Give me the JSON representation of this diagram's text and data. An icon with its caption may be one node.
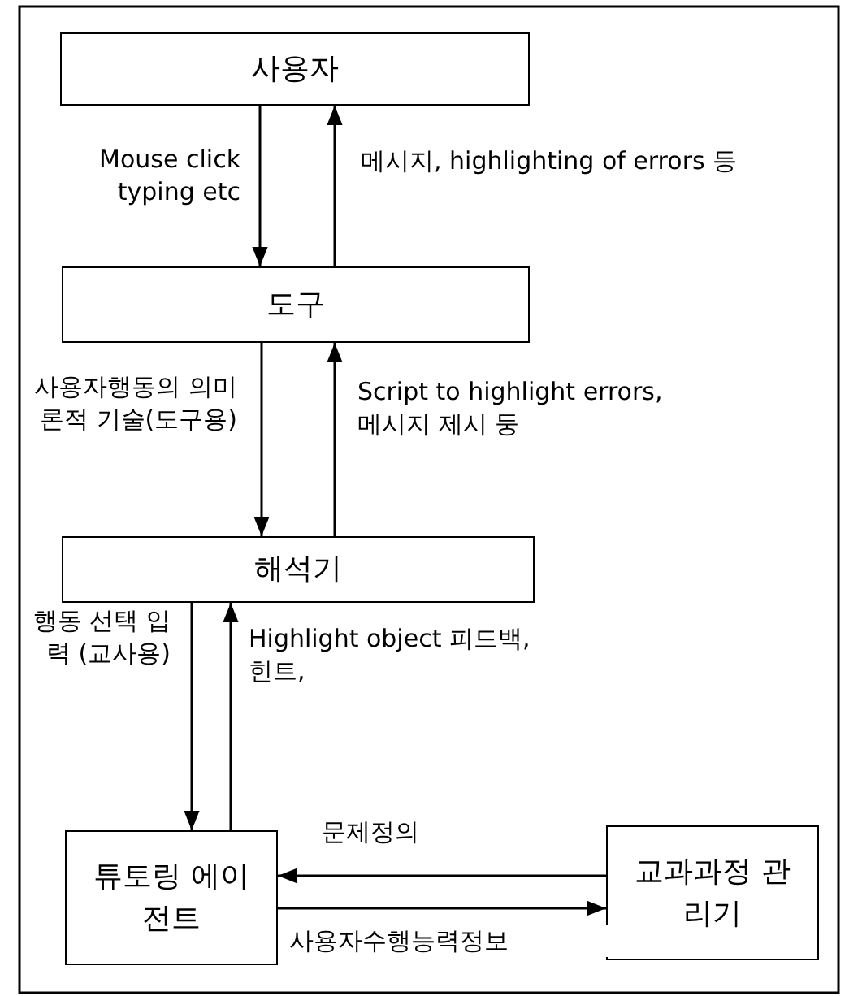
{
  "diagram": {
    "nodes": [
      {
        "text": [
          "사용자"
        ]
      },
      {
        "text": [
          "도구"
        ]
      },
      {
        "text": [
          "해석기"
        ]
      },
      {
        "text": [
          "튜토링 에이전트"
        ]
      },
      {
        "text": [
          "교과과정 관리기"
        ]
      }
    ],
    "edges": [
      {
        "from": 0,
        "to": 1,
        "arrow": "to",
        "label": "Mouse click typing etc"
      },
      {
        "from": 1,
        "to": 0,
        "arrow": "to",
        "label": "메시지, highlighting of errors 등"
      },
      {
        "from": 1,
        "to": 2,
        "arrow": "to",
        "label": "사용자행동의 의미론적 기술(도구용)"
      },
      {
        "from": 2,
        "to": 1,
        "arrow": "to",
        "label": "Script to highlight errors, 메시지 제시 둥"
      },
      {
        "from": 2,
        "to": 3,
        "arrow": "to",
        "label": "행동 선택 입력 (교사용)"
      },
      {
        "from": 3,
        "to": 2,
        "arrow": "to",
        "label": "Highlight object 피드백, 힌트,"
      },
      {
        "from": 4,
        "to": 3,
        "arrow": "to",
        "label": "문제정의"
      },
      {
        "from": 3,
        "to": 4,
        "arrow": "to",
        "label": "사용자수행능력정보"
      }
    ]
  }
}
